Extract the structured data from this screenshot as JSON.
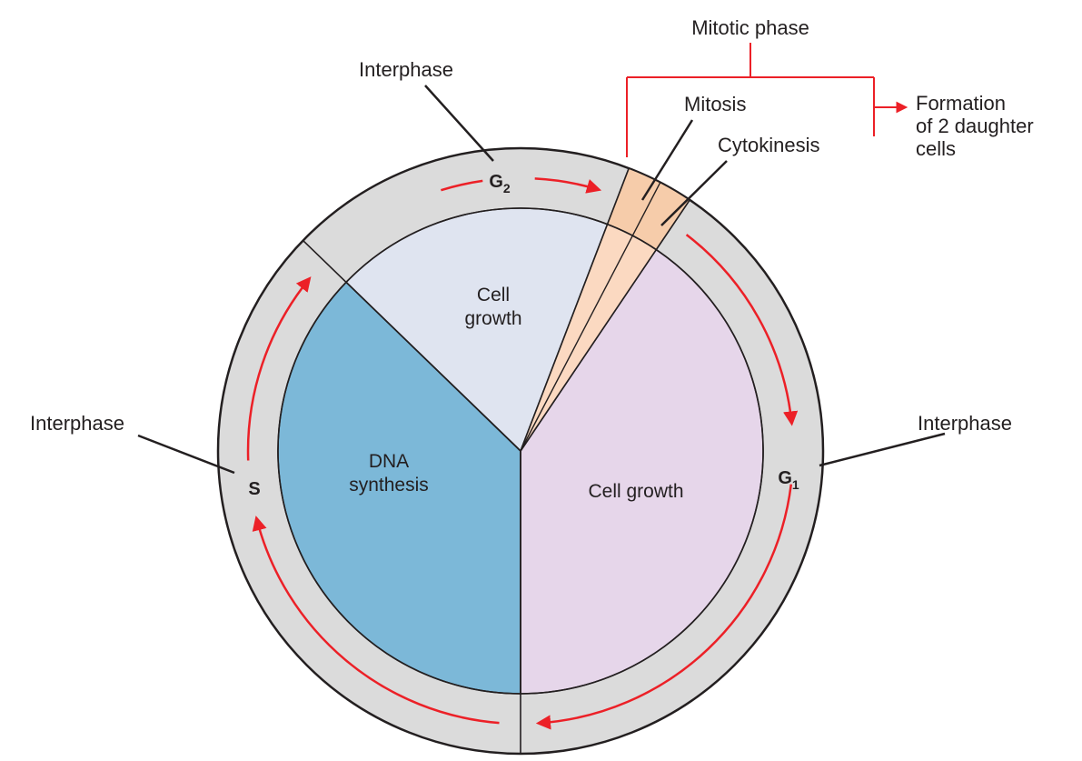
{
  "diagram": {
    "colors": {
      "background": "#ffffff",
      "outline": "#231f20",
      "text": "#231f20",
      "red": "#ec2027",
      "ring": "#dbdbdb",
      "slice_g2": "#dfe4f0",
      "slice_s": "#7cb8d8",
      "slice_g1": "#e6d6ea",
      "wedge_inner": "#fbd9c1",
      "wedge_ring": "#f6ccaa"
    },
    "outer_labels": {
      "interphase_top": "Interphase",
      "interphase_left": "Interphase",
      "interphase_right": "Interphase",
      "mitotic_phase": "Mitotic phase",
      "mitosis": "Mitosis",
      "cytokinesis": "Cytokinesis",
      "formation": {
        "line1": "Formation",
        "line2": "of 2 daughter",
        "line3": "cells"
      }
    },
    "ring_labels": {
      "g2_base": "G",
      "g2_sub": "2",
      "g1_base": "G",
      "g1_sub": "1",
      "s": "S"
    },
    "slice_labels": {
      "g2_growth": {
        "line1": "Cell",
        "line2": "growth"
      },
      "s_synthesis": {
        "line1": "DNA",
        "line2": "synthesis"
      },
      "g1_growth": "Cell growth"
    }
  }
}
